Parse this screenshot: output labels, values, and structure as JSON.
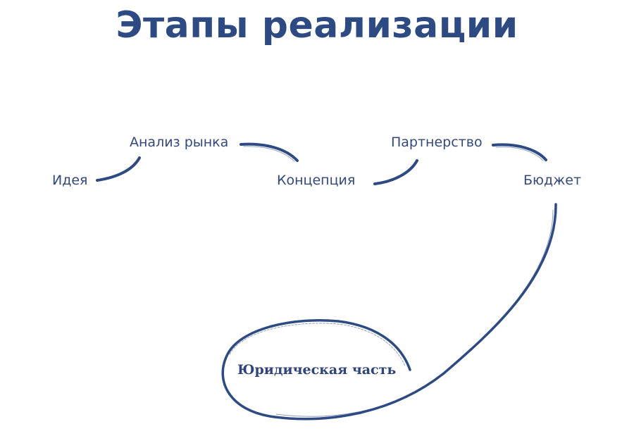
{
  "title": "Этапы реализации",
  "colors": {
    "accent": "#2e4a82",
    "text": "#34487a",
    "background": "#ffffff"
  },
  "steps": [
    {
      "label": "Идея"
    },
    {
      "label": "Анализ рынка"
    },
    {
      "label": "Концепция"
    },
    {
      "label": "Партнерство"
    },
    {
      "label": "Бюджет"
    },
    {
      "label": "Юридическая часть"
    }
  ]
}
